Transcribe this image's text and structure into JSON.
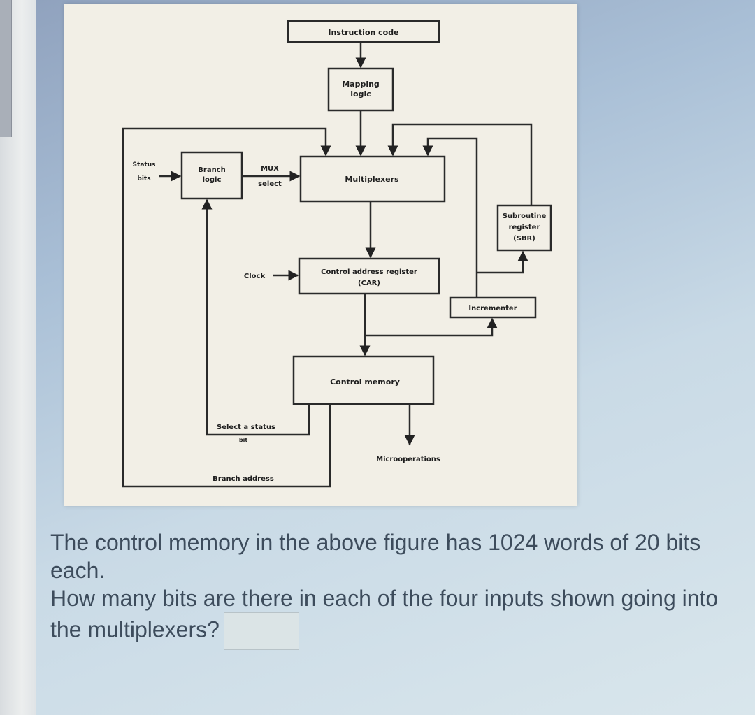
{
  "diagram": {
    "instruction_code": "Instruction code",
    "mapping_logic_1": "Mapping",
    "mapping_logic_2": "logic",
    "status_1": "Status",
    "status_2": "bits",
    "branch_logic_1": "Branch",
    "branch_logic_2": "logic",
    "mux_select_1": "MUX",
    "mux_select_2": "select",
    "multiplexers": "Multiplexers",
    "sbr_1": "Subroutine",
    "sbr_2": "register",
    "sbr_3": "(SBR)",
    "clock": "Clock",
    "car_1": "Control address register",
    "car_2": "(CAR)",
    "incrementer": "Incrementer",
    "control_memory": "Control memory",
    "select_status_1": "Select a status",
    "select_status_2": "bit",
    "microoperations": "Microoperations",
    "branch_address": "Branch address"
  },
  "question": {
    "line1": "The control memory in the above figure has 1024 words of 20 bits each.",
    "line2": "How many bits are there in each of the four inputs shown going into the multiplexers?",
    "answer_value": ""
  }
}
